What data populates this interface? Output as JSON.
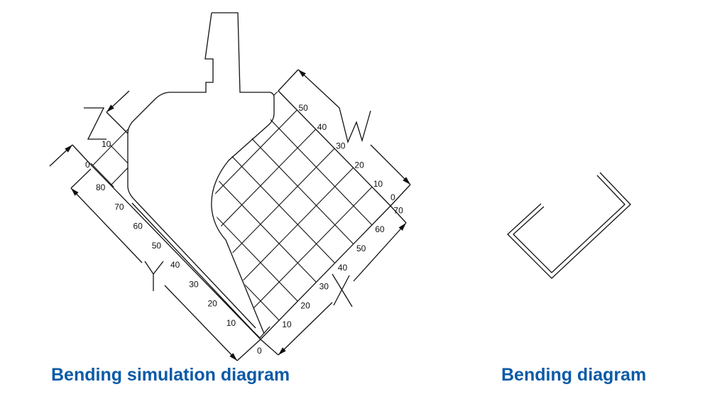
{
  "captions": {
    "left": "Bending simulation diagram",
    "right": "Bending diagram"
  },
  "axis_letters": {
    "y": "Y",
    "x": "X",
    "w": "W",
    "z": "Z"
  },
  "ticks": {
    "x": [
      "0",
      "10",
      "20",
      "30",
      "40",
      "50",
      "60",
      "70"
    ],
    "y": [
      "10",
      "20",
      "30",
      "40",
      "50",
      "60",
      "70",
      "80"
    ],
    "w": [
      "0",
      "10",
      "20",
      "30",
      "40",
      "50"
    ],
    "z": [
      "0",
      "10"
    ]
  },
  "colors": {
    "caption": "#0b5aa6",
    "line": "#111111"
  }
}
